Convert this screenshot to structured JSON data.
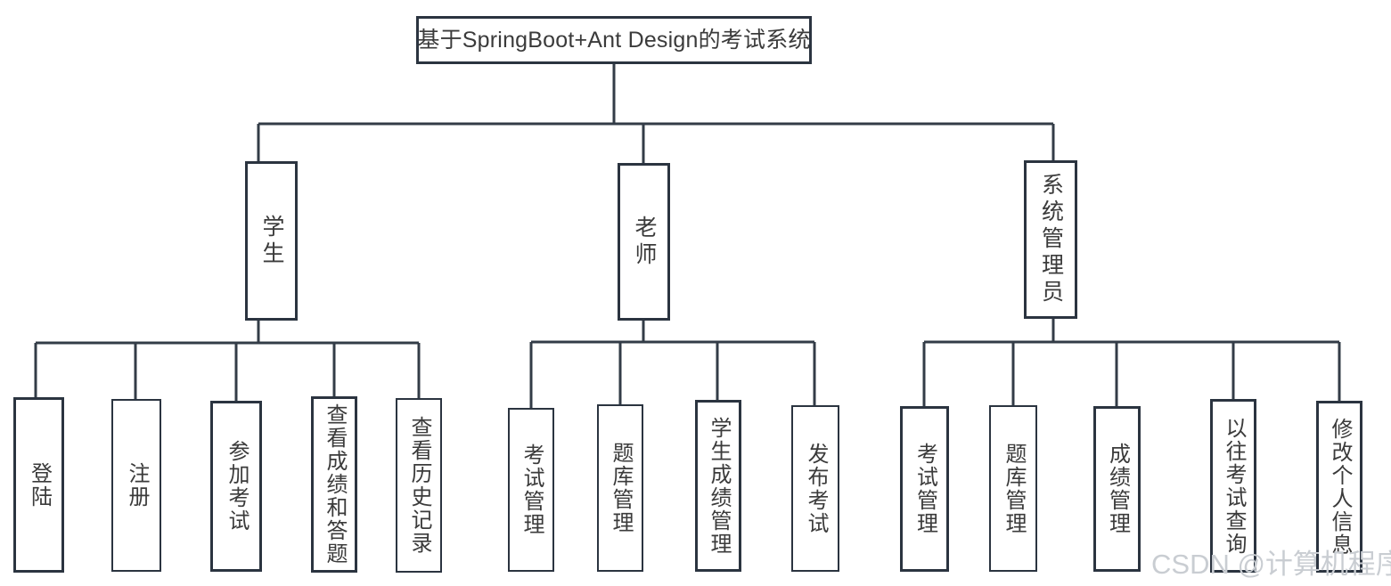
{
  "diagram": {
    "type": "org-chart",
    "title_node": {
      "id": "root",
      "label": "基于SpringBoot+Ant Design的考试系统"
    },
    "roles": [
      {
        "id": "student",
        "label": "学生",
        "children": [
          {
            "id": "student-login",
            "label": "登陆"
          },
          {
            "id": "student-register",
            "label": "注册"
          },
          {
            "id": "student-take-exam",
            "label": "参加考试"
          },
          {
            "id": "student-view-score",
            "label": "查看成绩和答题"
          },
          {
            "id": "student-view-history",
            "label": "查看历史记录"
          }
        ]
      },
      {
        "id": "teacher",
        "label": "老师",
        "children": [
          {
            "id": "teacher-exam-mgmt",
            "label": "考试管理"
          },
          {
            "id": "teacher-bank-mgmt",
            "label": "题库管理"
          },
          {
            "id": "teacher-score-mgmt",
            "label": "学生成绩管理"
          },
          {
            "id": "teacher-publish-exam",
            "label": "发布考试"
          }
        ]
      },
      {
        "id": "admin",
        "label": "系统管理员",
        "children": [
          {
            "id": "admin-exam-mgmt",
            "label": "考试管理"
          },
          {
            "id": "admin-bank-mgmt",
            "label": "题库管理"
          },
          {
            "id": "admin-score-mgmt",
            "label": "成绩管理"
          },
          {
            "id": "admin-past-exam-query",
            "label": "以往考试查询"
          },
          {
            "id": "admin-edit-profile",
            "label": "修改个人信息"
          }
        ]
      }
    ]
  },
  "watermark": {
    "text": "CSDN @计算机程序"
  },
  "colors": {
    "background": "#ffffff",
    "border": "#2b3440",
    "text": "#3b3b3b",
    "edge": "#333c47",
    "watermark": "#c9cdd2"
  }
}
